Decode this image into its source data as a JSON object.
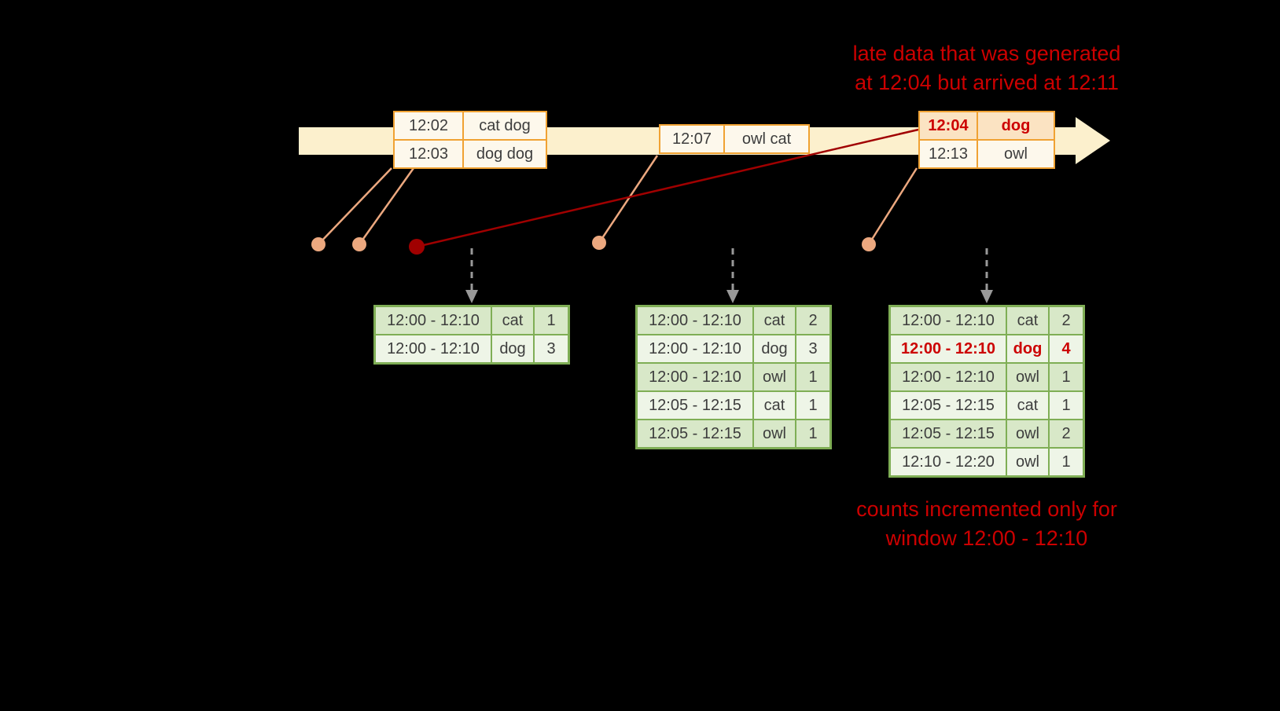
{
  "colors": {
    "red": "#cc0000",
    "dark_red": "#a00000",
    "orange": "#f0a233",
    "event_fill": "#fdf8ec",
    "late_fill": "#fbe3c2",
    "cream": "#fcf0cd",
    "green": "#7fae55",
    "row_dark": "#d8e8c8",
    "row_light": "#eef5e7",
    "salmon": "#eca87f",
    "arrow_gray": "#999999",
    "text": "#3d3d3d"
  },
  "annotations": {
    "late_note_line1": "late data that was generated",
    "late_note_line2": "at 12:04 but arrived at 12:11",
    "counts_note_line1": "counts incremented only for",
    "counts_note_line2": "window 12:00 - 12:10"
  },
  "events": {
    "group1": {
      "rows": [
        {
          "time": "12:02",
          "words": "cat dog"
        },
        {
          "time": "12:03",
          "words": "dog dog"
        }
      ]
    },
    "group2": {
      "rows": [
        {
          "time": "12:07",
          "words": "owl cat"
        }
      ]
    },
    "group3": {
      "rows": [
        {
          "time": "12:04",
          "words": "dog"
        },
        {
          "time": "12:13",
          "words": "owl"
        }
      ]
    }
  },
  "tables": {
    "t1": {
      "rows": [
        {
          "window": "12:00 - 12:10",
          "word": "cat",
          "count": "1"
        },
        {
          "window": "12:00 - 12:10",
          "word": "dog",
          "count": "3"
        }
      ]
    },
    "t2": {
      "rows": [
        {
          "window": "12:00 - 12:10",
          "word": "cat",
          "count": "2"
        },
        {
          "window": "12:00 - 12:10",
          "word": "dog",
          "count": "3"
        },
        {
          "window": "12:00 - 12:10",
          "word": "owl",
          "count": "1"
        },
        {
          "window": "12:05 - 12:15",
          "word": "cat",
          "count": "1"
        },
        {
          "window": "12:05 - 12:15",
          "word": "owl",
          "count": "1"
        }
      ]
    },
    "t3": {
      "rows": [
        {
          "window": "12:00 - 12:10",
          "word": "cat",
          "count": "2"
        },
        {
          "window": "12:00 - 12:10",
          "word": "dog",
          "count": "4"
        },
        {
          "window": "12:00 - 12:10",
          "word": "owl",
          "count": "1"
        },
        {
          "window": "12:05 - 12:15",
          "word": "cat",
          "count": "1"
        },
        {
          "window": "12:05 - 12:15",
          "word": "owl",
          "count": "2"
        },
        {
          "window": "12:10 - 12:20",
          "word": "owl",
          "count": "1"
        }
      ]
    }
  }
}
